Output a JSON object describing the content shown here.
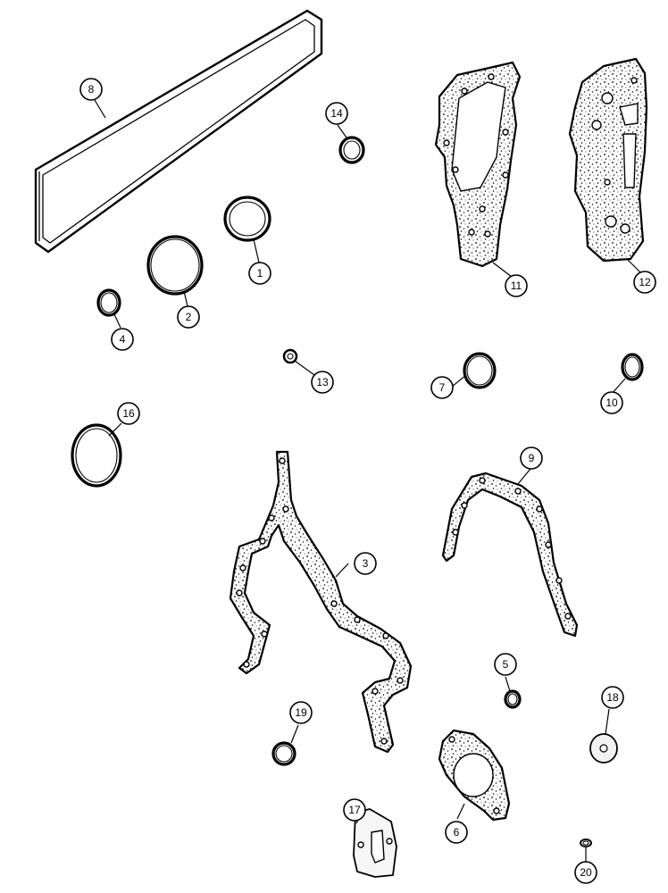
{
  "parts": [
    {
      "id": "valve-cover-gasket",
      "callout": "8"
    },
    {
      "id": "seal-ring-14",
      "callout": "14"
    },
    {
      "id": "seal-ring-1",
      "callout": "1"
    },
    {
      "id": "seal-ring-2",
      "callout": "2"
    },
    {
      "id": "seal-ring-4",
      "callout": "4"
    },
    {
      "id": "gasket-11",
      "callout": "11"
    },
    {
      "id": "gasket-12",
      "callout": "12"
    },
    {
      "id": "washer-13",
      "callout": "13"
    },
    {
      "id": "seal-ring-7",
      "callout": "7"
    },
    {
      "id": "seal-ring-10",
      "callout": "10"
    },
    {
      "id": "seal-ring-16",
      "callout": "16"
    },
    {
      "id": "gear-cover-gasket-3",
      "callout": "3"
    },
    {
      "id": "rear-cover-gasket-9",
      "callout": "9"
    },
    {
      "id": "seal-ring-5",
      "callout": "5"
    },
    {
      "id": "washer-18",
      "callout": "18"
    },
    {
      "id": "seal-ring-19",
      "callout": "19"
    },
    {
      "id": "gasket-6",
      "callout": "6"
    },
    {
      "id": "gasket-17",
      "callout": "17"
    },
    {
      "id": "seal-ring-20",
      "callout": "20"
    }
  ]
}
